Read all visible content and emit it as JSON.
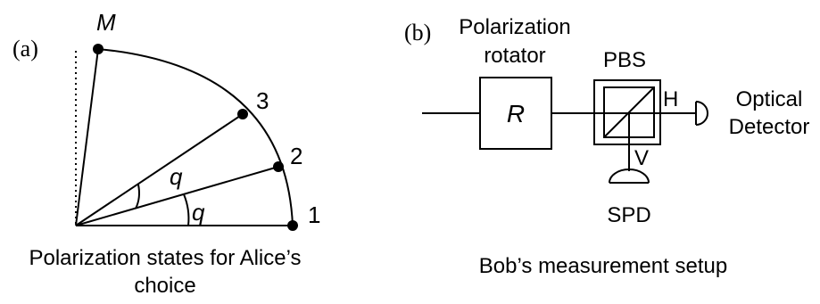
{
  "panel_a": {
    "tag": "(a)",
    "point_labels": [
      "M",
      "3",
      "2",
      "1"
    ],
    "angle_labels": [
      "q",
      "q"
    ],
    "caption_line1": "Polarization states for Alice’s",
    "caption_line2": "choice"
  },
  "panel_b": {
    "tag": "(b)",
    "rotator_label_line1": "Polarization",
    "rotator_label_line2": "rotator",
    "rotator_symbol": "R",
    "pbs_label": "PBS",
    "h_label": "H",
    "v_label": "V",
    "detector_line1": "Optical",
    "detector_line2": "Detector",
    "spd_label": "SPD",
    "caption": "Bob’s measurement setup"
  }
}
